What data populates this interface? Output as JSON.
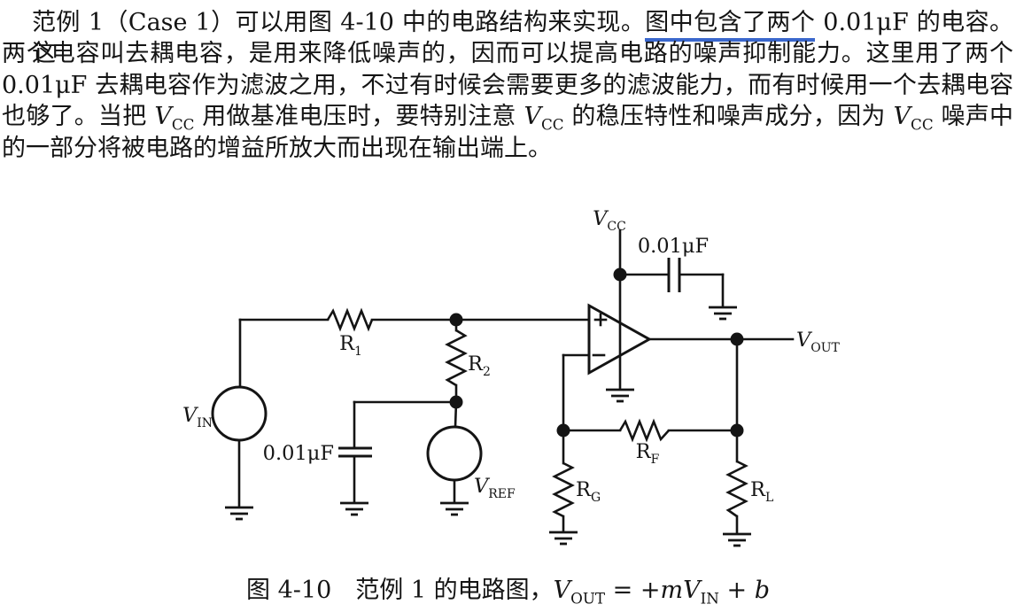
{
  "colors": {
    "paper": "#ffffff",
    "ink": "#141414",
    "annotation_blue": "#3a67cc"
  },
  "paragraph": {
    "lines": [
      {
        "indent": true,
        "segments": [
          {
            "text": "范例 1（Case 1）可以用图 4-10 中的电路结构来实现。"
          },
          {
            "text": "图中包含了两个",
            "underline": true
          },
          {
            "text": " 0.01μF 的电容。这"
          }
        ]
      },
      {
        "segments": [
          {
            "text": "两个电容叫去耦电容，是用来降低噪声的，因而可以提高电路的噪声抑制能力。这里用了两个"
          }
        ]
      },
      {
        "segments": [
          {
            "text": "0.01μF 去耦电容作为滤波之用，不过有时候会需要更多的滤波能力，而有时候用一个去耦电容"
          }
        ]
      },
      {
        "segments": [
          {
            "text": "也够了。当把 "
          },
          {
            "base": "V",
            "sub": "CC"
          },
          {
            "text": " 用做基准电压时，要特别注意 "
          },
          {
            "base": "V",
            "sub": "CC"
          },
          {
            "text": " 的稳压特性和噪声成分，因为 "
          },
          {
            "base": "V",
            "sub": "CC"
          },
          {
            "text": " 噪声中"
          }
        ]
      },
      {
        "segments": [
          {
            "text": "的一部分将被电路的增益所放大而出现在输出端上。"
          }
        ]
      }
    ]
  },
  "figure": {
    "labels": {
      "vcc": {
        "base": "V",
        "sub": "CC"
      },
      "cap_top": {
        "base": "0.01μF"
      },
      "vout": {
        "base": "V",
        "sub": "OUT"
      },
      "vin": {
        "base": "V",
        "sub": "IN"
      },
      "vref": {
        "base": "V",
        "sub": "REF"
      },
      "r1": {
        "base": "R",
        "sub": "1"
      },
      "r2": {
        "base": "R",
        "sub": "2"
      },
      "rf": {
        "base": "R",
        "sub": "F"
      },
      "rg": {
        "base": "R",
        "sub": "G"
      },
      "rl": {
        "base": "R",
        "sub": "L"
      },
      "cap_left": {
        "base": "0.01μF"
      },
      "opamp_plus": "+",
      "opamp_minus": "−"
    },
    "caption_segments": [
      {
        "text": "图 4-10　范例 1 的电路图，"
      },
      {
        "base": "V",
        "sub": "OUT"
      },
      {
        "text": " = +"
      },
      {
        "base": "m"
      },
      {
        "base": "V",
        "sub": "IN"
      },
      {
        "text": " + "
      },
      {
        "base": "b"
      }
    ]
  }
}
